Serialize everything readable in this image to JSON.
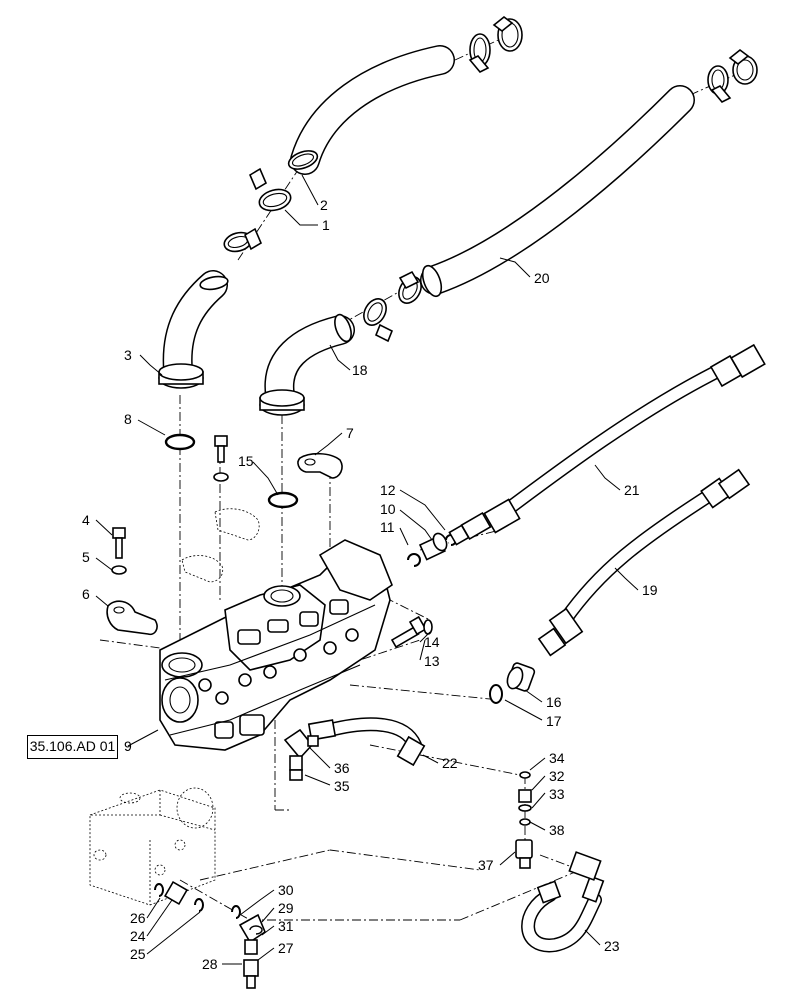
{
  "reference_label": "35.106.AD 01",
  "callouts": {
    "c1": "1",
    "c2": "2",
    "c3": "3",
    "c4": "4",
    "c5": "5",
    "c6": "6",
    "c7": "7",
    "c8": "8",
    "c9": "9",
    "c10": "10",
    "c11": "11",
    "c12": "12",
    "c13": "13",
    "c14": "14",
    "c15": "15",
    "c16": "16",
    "c17": "17",
    "c18": "18",
    "c19": "19",
    "c20": "20",
    "c21": "21",
    "c22": "22",
    "c23": "23",
    "c24": "24",
    "c25": "25",
    "c26": "26",
    "c27": "27",
    "c28": "28",
    "c29": "29",
    "c30": "30",
    "c31": "31",
    "c32": "32",
    "c33": "33",
    "c34": "34",
    "c35": "35",
    "c36": "36",
    "c37": "37",
    "c38": "38"
  }
}
